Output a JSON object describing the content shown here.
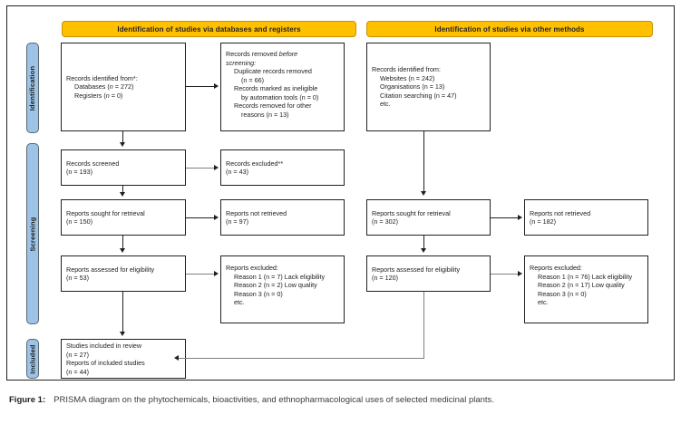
{
  "figure": {
    "caption_label": "Figure 1:",
    "caption_text": "PRISMA diagram on the phytochemicals, bioactivities, and ethnopharmacological uses of selected medicinal plants."
  },
  "colors": {
    "header_fill": "#FFC000",
    "header_border": "#C79100",
    "stage_fill": "#9DC3E6",
    "stage_border": "#5B6670",
    "box_border": "#231F20",
    "connector": "#7F7F7F",
    "frame": "#231F20"
  },
  "headers": {
    "left": "Identification of studies via databases and registers",
    "right": "Identification of studies via other methods"
  },
  "stages": {
    "identification": "Identification",
    "screening": "Screening",
    "included": "Included"
  },
  "boxes": {
    "records_identified": {
      "l1": "Records identified from*:",
      "l2": "Databases (",
      "l2n": "n",
      "l2v": " = 272)",
      "l3": "Registers (",
      "l3n": "n",
      "l3v": " = 0)"
    },
    "records_removed": {
      "l1a": "Records removed ",
      "l1b": "before",
      "l2": "screening:",
      "l3": "Duplicate records removed",
      "l4": "(n = 66)",
      "l5": "Records marked as ineligible",
      "l6": "by automation tools (n = 0)",
      "l7": "Records removed for other",
      "l8": "reasons (n = 13)"
    },
    "records_screened": {
      "l1": "Records screened",
      "l2": "(n = 193)"
    },
    "records_excluded": {
      "l1": "Records excluded**",
      "l2": "(n = 43)"
    },
    "reports_sought_left": {
      "l1": "Reports sought for retrieval",
      "l2": "(n = 150)"
    },
    "reports_not_retrieved_left": {
      "l1": "Reports not retrieved",
      "l2": "(n = 97)"
    },
    "reports_assessed_left": {
      "l1": "Reports assessed for eligibility",
      "l2": "(n = 53)"
    },
    "reports_excluded_left": {
      "l1": "Reports excluded:",
      "l2": "Reason 1 (n = 7) Lack eligibility",
      "l3": "Reason 2 (n = 2) Low quality",
      "l4": "Reason 3 (n = 0)",
      "l5": "etc."
    },
    "records_identified_other": {
      "l1": "Records identified from:",
      "l2": "Websites (n = 242)",
      "l3": "Organisations (n = 13)",
      "l4": "Citation searching (n = 47)",
      "l5": "etc."
    },
    "reports_sought_right": {
      "l1": "Reports sought for retrieval",
      "l2": "(n = 302)"
    },
    "reports_not_retrieved_right": {
      "l1": "Reports not retrieved",
      "l2": "(n = 182)"
    },
    "reports_assessed_right": {
      "l1": "Reports assessed for eligibility",
      "l2": "(n = 120)"
    },
    "reports_excluded_right": {
      "l1": "Reports excluded:",
      "l2": "Reason 1 (n = 76) Lack eligibility",
      "l3": "Reason 2 (n = 17) Low quality",
      "l4": "Reason 3 (n = 0)",
      "l5": "etc."
    },
    "studies_included": {
      "l1": "Studies included in review",
      "l2": "(n = 27)",
      "l3": "Reports of included studies",
      "l4": "(n = 44)"
    }
  }
}
